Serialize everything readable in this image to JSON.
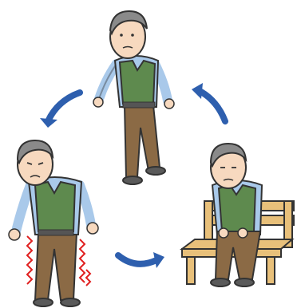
{
  "illustration": {
    "figures": [
      {
        "id": "walking",
        "description_icon": "elderly-man-walking"
      },
      {
        "id": "leg-pain",
        "description_icon": "elderly-man-leg-pain"
      },
      {
        "id": "resting",
        "description_icon": "elderly-man-sitting-bench"
      }
    ],
    "arrows": [
      "arrow-walk-to-pain",
      "arrow-pain-to-rest",
      "arrow-rest-to-walk"
    ]
  },
  "colors": {
    "outline": "#333333",
    "skin": "#f7d9bf",
    "hair": "#8a8a8a",
    "shirt": "#a9c9ea",
    "vest": "#5e8a4e",
    "pants": "#8b6a45",
    "shoes": "#5a5a5a",
    "bench": "#e8c07a",
    "arrow": "#2e5fae",
    "pain": "#e02020"
  }
}
